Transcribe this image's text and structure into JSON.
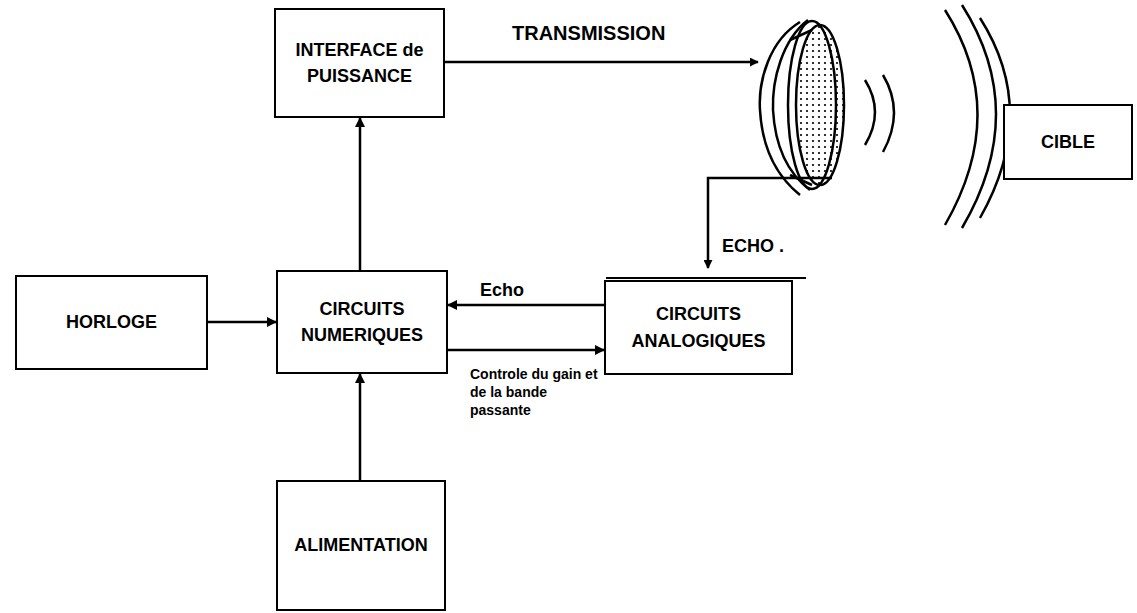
{
  "diagram": {
    "nodes": [
      {
        "text": [
          "INTERFACE de PUISSANCE"
        ]
      },
      {
        "text": [
          "HORLOGE"
        ]
      },
      {
        "text": [
          "CIRCUITS NUMERIQUES"
        ]
      },
      {
        "text": [
          "CIRCUITS ANALOGIQUES"
        ]
      },
      {
        "text": [
          "ALIMENTATION"
        ]
      },
      {
        "text": [
          "CIBLE"
        ]
      }
    ],
    "edges": [
      {
        "from": 2,
        "to": 0,
        "arrow": "to"
      },
      {
        "from": 1,
        "to": 2,
        "arrow": "to"
      },
      {
        "from": 3,
        "to": 2,
        "label": "Echo",
        "arrow": "to"
      },
      {
        "from": 2,
        "to": 3,
        "label": "Controle du gain et de la bande passante",
        "arrow": "to"
      },
      {
        "from": 4,
        "to": 2,
        "arrow": "to"
      }
    ],
    "labels": [
      "TRANSMISSION",
      "ECHO ."
    ]
  }
}
